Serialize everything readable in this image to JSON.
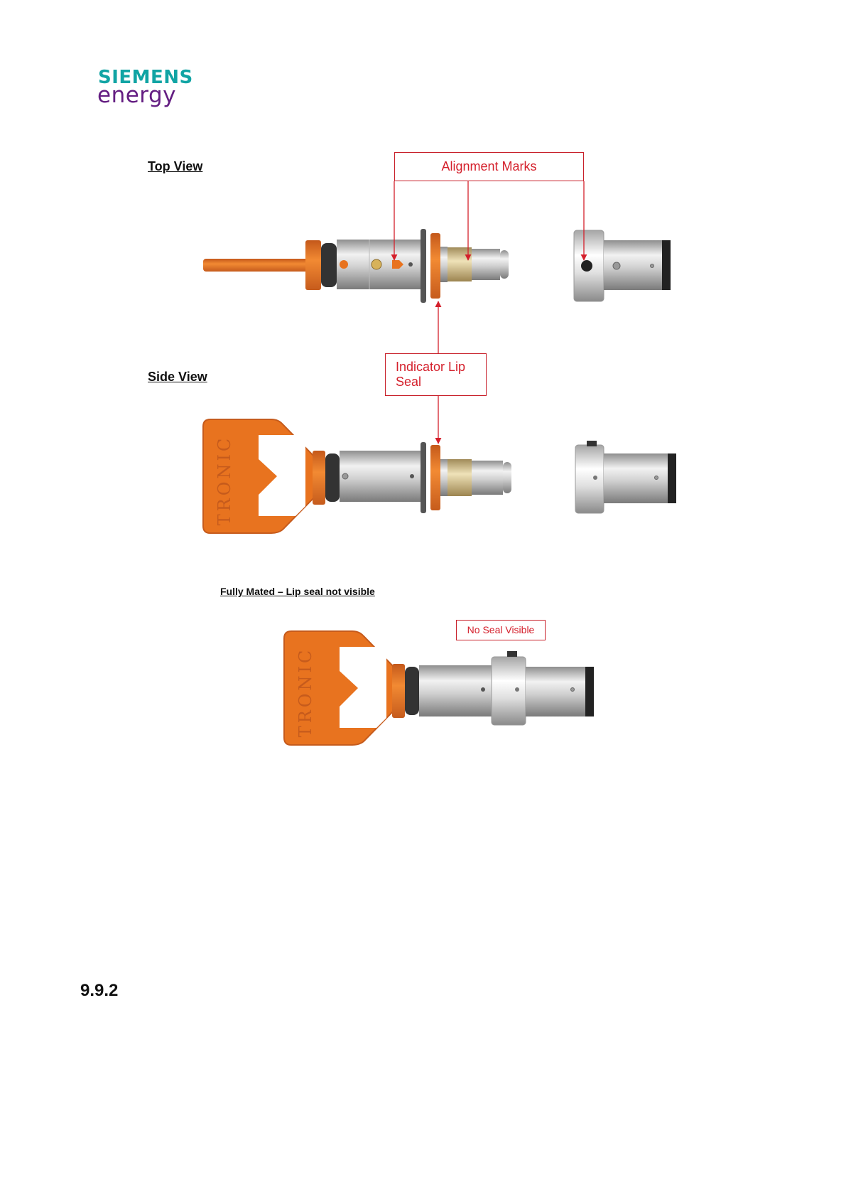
{
  "header": {
    "logo_line1": "SIEMENS",
    "logo_line2": "energy"
  },
  "figure": {
    "top_view_title": "Top View",
    "side_view_title": "Side View",
    "callout_alignment": "Alignment Marks",
    "callout_lip_line1": "Indicator Lip",
    "callout_lip_line2": "Seal",
    "key_label": "TRONIC",
    "mated_title": "Fully Mated – Lip seal not visible",
    "callout_no_seal": "No Seal Visible"
  },
  "section": {
    "number": "9.9.2"
  },
  "colors": {
    "siemens_teal": "#11a4a4",
    "energy_purple": "#641e82",
    "callout_red": "#d41f2b",
    "orange": "#e8731f"
  }
}
